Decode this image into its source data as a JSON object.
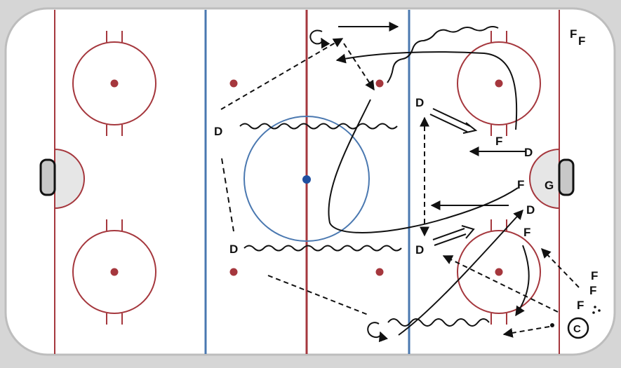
{
  "labels": {
    "ff_top_right": "F",
    "ff_top_right_2": "F",
    "d_left_upper": "D",
    "d_left_lower": "D",
    "d_right_upper": "D",
    "d_right_lower": "D",
    "d_near_net_upper": "D",
    "d_near_net_lower": "D",
    "f_upper": "F",
    "f_mid": "F",
    "f_lower": "F",
    "goalie": "G",
    "f_stack_1": "F",
    "f_stack_2": "F",
    "f_stack_3": "F",
    "coach": "C"
  },
  "colors": {
    "board_bg": "#d6d6d6",
    "ice": "#ffffff",
    "red_line": "#a5373d",
    "blue_line": "#4a78b0",
    "faceoff": "#a5373d",
    "center_dot": "#1f4fa0",
    "ink": "#111111",
    "crease": "#e6e6e6",
    "net_fill": "#c8c8c8"
  }
}
